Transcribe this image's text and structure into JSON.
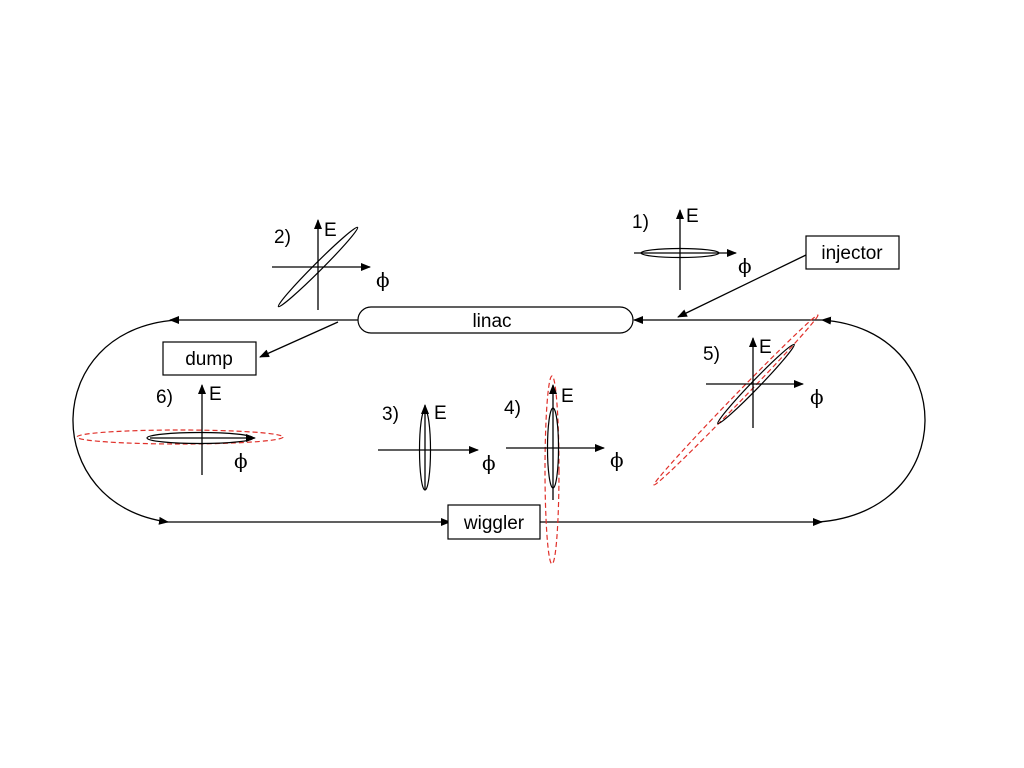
{
  "components": {
    "injector": "injector",
    "linac": "linac",
    "dump": "dump",
    "wiggler": "wiggler"
  },
  "axes": {
    "energy": "E",
    "phase": "ϕ"
  },
  "stages": [
    {
      "label": "1)"
    },
    {
      "label": "2)"
    },
    {
      "label": "3)"
    },
    {
      "label": "4)"
    },
    {
      "label": "5)"
    },
    {
      "label": "6)"
    }
  ],
  "colors": {
    "line": "#000000",
    "dashed_ellipse": "#e0302a"
  }
}
